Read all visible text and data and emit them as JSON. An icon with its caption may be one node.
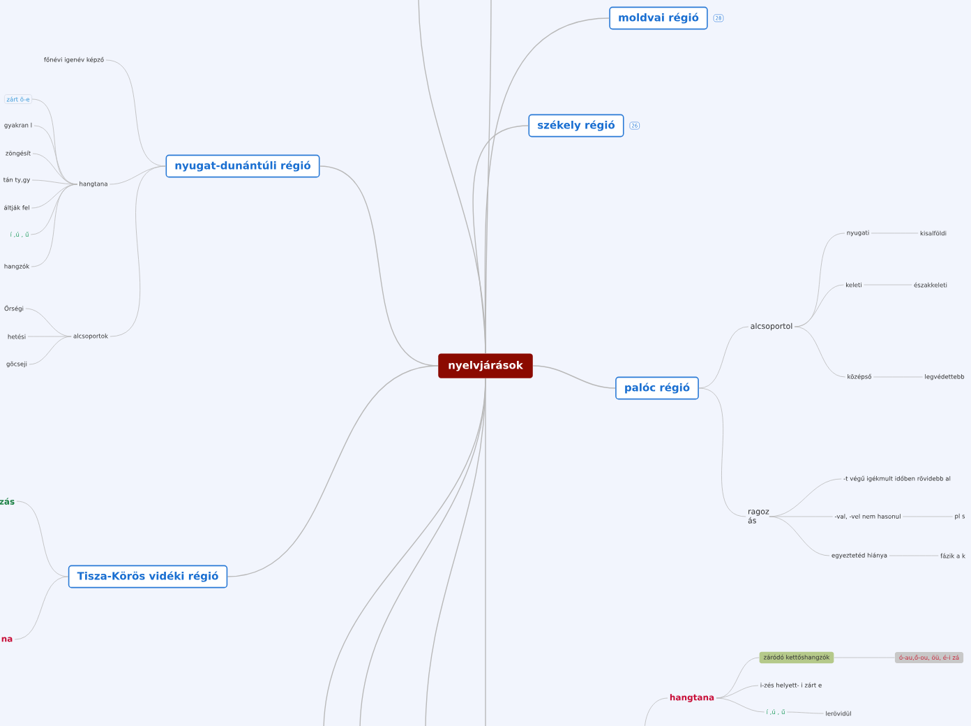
{
  "diagram": {
    "nodes": [
      {
        "text": [
          "nyelvjárások"
        ]
      },
      {
        "text": [
          "moldvai régió"
        ],
        "beside": [
          "28"
        ]
      },
      {
        "text": [
          "székely régió"
        ],
        "beside": [
          "26"
        ]
      },
      {
        "text": [
          "palóc régió"
        ]
      },
      {
        "text": [
          "nyugat-dunántúli régió"
        ]
      },
      {
        "text": [
          "Tisza-Körös vidéki régió"
        ]
      },
      {
        "text": [
          "alcsoportol"
        ]
      },
      {
        "text": [
          "ragoz ás"
        ]
      },
      {
        "text": [
          "nyugati"
        ]
      },
      {
        "text": [
          "kisalföldi"
        ]
      },
      {
        "text": [
          "keleti"
        ]
      },
      {
        "text": [
          "északkeleti"
        ]
      },
      {
        "text": [
          "középső"
        ]
      },
      {
        "text": [
          "legvédettebb"
        ]
      },
      {
        "text": [
          "-t végű igékmult időben rövidebb al"
        ]
      },
      {
        "text": [
          "-val, -vel nem hasonul"
        ]
      },
      {
        "text": [
          "pl s"
        ]
      },
      {
        "text": [
          "egyeztetéd hiánya"
        ]
      },
      {
        "text": [
          "fázik a k"
        ]
      },
      {
        "text": [
          "hangtana"
        ]
      },
      {
        "text": [
          "záródó kettőshangzók"
        ]
      },
      {
        "text": [
          "ó-au,ő-ou, öü, é-i zá"
        ]
      },
      {
        "text": [
          "i-zés helyett- i zárt e"
        ]
      },
      {
        "text": [
          "í ,ú , ű"
        ]
      },
      {
        "text": [
          "lerövidül"
        ]
      },
      {
        "text": [
          "hangtana"
        ]
      },
      {
        "text": [
          "főnévi igenév képző"
        ]
      },
      {
        "text": [
          "alcsoportok"
        ]
      },
      {
        "text": [
          "zárt ö-e"
        ]
      },
      {
        "text": [
          "gyakran l"
        ]
      },
      {
        "text": [
          "zöngésít"
        ]
      },
      {
        "text": [
          "tán ty,gy"
        ]
      },
      {
        "text": [
          "áltják fel"
        ]
      },
      {
        "text": [
          "í ,ú , ű"
        ]
      },
      {
        "text": [
          "hangzók"
        ]
      },
      {
        "text": [
          "Őrségi"
        ]
      },
      {
        "text": [
          "hetési"
        ]
      },
      {
        "text": [
          "göcseji"
        ]
      },
      {
        "text": [
          "zás"
        ]
      },
      {
        "text": [
          "na"
        ]
      }
    ],
    "edges": [
      {
        "from": 0,
        "to": 1,
        "arrow": "none"
      },
      {
        "from": 0,
        "to": 2,
        "arrow": "none"
      },
      {
        "from": 0,
        "to": 3,
        "arrow": "none"
      },
      {
        "from": 0,
        "to": 4,
        "arrow": "none"
      },
      {
        "from": 0,
        "to": 5,
        "arrow": "none"
      },
      {
        "from": 3,
        "to": 6,
        "arrow": "none"
      },
      {
        "from": 3,
        "to": 7,
        "arrow": "none"
      },
      {
        "from": 6,
        "to": 8,
        "arrow": "none"
      },
      {
        "from": 8,
        "to": 9,
        "arrow": "none"
      },
      {
        "from": 6,
        "to": 10,
        "arrow": "none"
      },
      {
        "from": 10,
        "to": 11,
        "arrow": "none"
      },
      {
        "from": 6,
        "to": 12,
        "arrow": "none"
      },
      {
        "from": 12,
        "to": 13,
        "arrow": "none"
      },
      {
        "from": 7,
        "to": 14,
        "arrow": "none"
      },
      {
        "from": 7,
        "to": 15,
        "arrow": "none"
      },
      {
        "from": 15,
        "to": 16,
        "arrow": "none"
      },
      {
        "from": 7,
        "to": 17,
        "arrow": "none"
      },
      {
        "from": 17,
        "to": 18,
        "arrow": "none"
      },
      {
        "from": 4,
        "to": 25,
        "arrow": "none"
      },
      {
        "from": 4,
        "to": 26,
        "arrow": "none"
      },
      {
        "from": 4,
        "to": 27,
        "arrow": "none"
      },
      {
        "from": 25,
        "to": 28,
        "arrow": "none"
      },
      {
        "from": 25,
        "to": 29,
        "arrow": "none"
      },
      {
        "from": 25,
        "to": 30,
        "arrow": "none"
      },
      {
        "from": 25,
        "to": 31,
        "arrow": "none"
      },
      {
        "from": 25,
        "to": 32,
        "arrow": "none"
      },
      {
        "from": 25,
        "to": 33,
        "arrow": "none"
      },
      {
        "from": 25,
        "to": 34,
        "arrow": "none"
      },
      {
        "from": 27,
        "to": 35,
        "arrow": "none"
      },
      {
        "from": 27,
        "to": 36,
        "arrow": "none"
      },
      {
        "from": 27,
        "to": 37,
        "arrow": "none"
      },
      {
        "from": 5,
        "to": 38,
        "arrow": "none"
      },
      {
        "from": 5,
        "to": 39,
        "arrow": "none"
      },
      {
        "from": 19,
        "to": 20,
        "arrow": "none"
      },
      {
        "from": 20,
        "to": 21,
        "arrow": "none"
      },
      {
        "from": 19,
        "to": 22,
        "arrow": "none"
      },
      {
        "from": 19,
        "to": 23,
        "arrow": "none"
      },
      {
        "from": 23,
        "to": 24,
        "arrow": "none"
      },
      {
        "from": 0,
        "to": null,
        "arrow": "none"
      },
      {
        "from": 0,
        "to": null,
        "arrow": "none"
      },
      {
        "from": 0,
        "to": null,
        "arrow": "none"
      },
      {
        "from": 0,
        "to": null,
        "arrow": "none"
      },
      {
        "from": 0,
        "to": null,
        "arrow": "none"
      },
      {
        "from": 0,
        "to": null,
        "arrow": "none"
      },
      {
        "from": null,
        "to": 19,
        "arrow": "none"
      }
    ]
  }
}
